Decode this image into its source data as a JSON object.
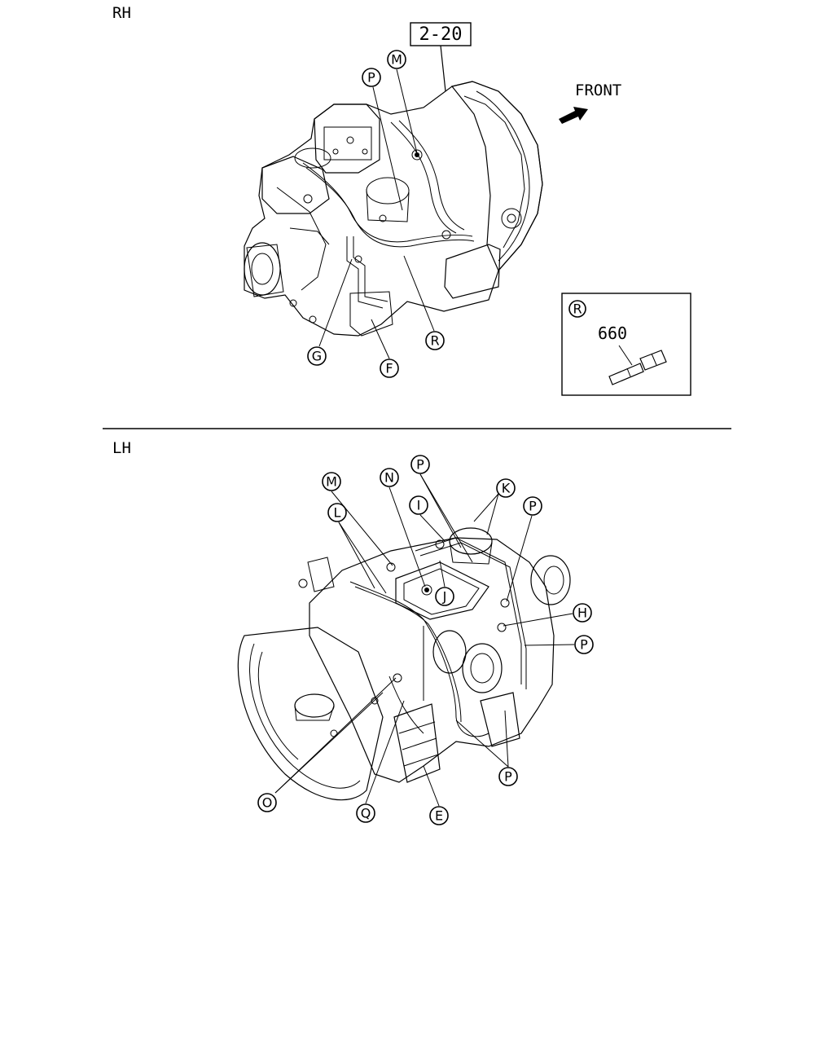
{
  "views": {
    "rh": {
      "label": "RH"
    },
    "lh": {
      "label": "LH"
    }
  },
  "ref_box": {
    "label": "2-20"
  },
  "front_label": "FRONT",
  "detail_box": {
    "callout": "R",
    "part_number": "660"
  },
  "rh_callouts": [
    "M",
    "P",
    "G",
    "F",
    "R"
  ],
  "lh_callouts": [
    "M",
    "N",
    "P",
    "K",
    "L",
    "I",
    "P",
    "J",
    "H",
    "P",
    "P",
    "O",
    "Q",
    "E"
  ]
}
